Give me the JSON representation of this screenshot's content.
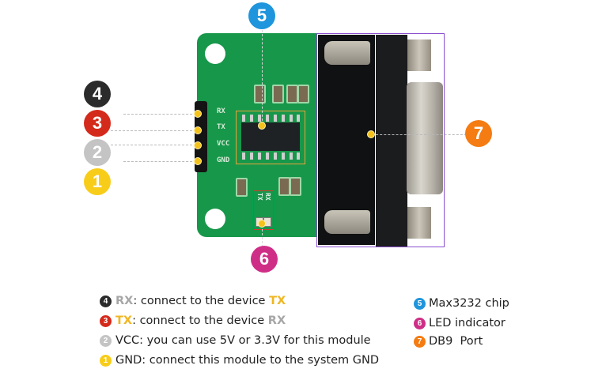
{
  "diagram": {
    "title": "",
    "colors": {
      "badge_4": "#2b2b2b",
      "badge_3": "#d42a1c",
      "badge_2": "#c4c4c4",
      "badge_1": "#f8cd1a",
      "badge_5": "#1e95dc",
      "badge_6": "#cf2e87",
      "badge_7": "#f47c12",
      "pcb_green": "#17974a",
      "highlight_chip": "#e8a33a",
      "highlight_led": "#d23a28",
      "highlight_db9": "#8a4fd0"
    },
    "callouts": [
      {
        "number": "4",
        "target": "RX pin"
      },
      {
        "number": "3",
        "target": "TX pin"
      },
      {
        "number": "2",
        "target": "VCC pin"
      },
      {
        "number": "1",
        "target": "GND pin"
      },
      {
        "number": "5",
        "target": "Max3232 chip"
      },
      {
        "number": "6",
        "target": "LED indicator"
      },
      {
        "number": "7",
        "target": "DB9 Port"
      }
    ],
    "board_labels": {
      "pins": [
        "RX",
        "TX",
        "VCC",
        "GND"
      ],
      "led_labels": [
        "RX",
        "TX"
      ]
    },
    "legend_left": [
      {
        "number": "4",
        "prefix": "RX",
        "text": ": connect to the device ",
        "suffix": "TX"
      },
      {
        "number": "3",
        "prefix": "TX",
        "text": ": connect to the device ",
        "suffix": "RX"
      },
      {
        "number": "2",
        "text": "VCC: you can use 5V or 3.3V for this module"
      },
      {
        "number": "1",
        "text": "GND: connect this module to the system GND"
      }
    ],
    "legend_right": [
      {
        "number": "5",
        "text": "Max3232 chip"
      },
      {
        "number": "6",
        "text": "LED indicator"
      },
      {
        "number": "7",
        "text": "DB9  Port"
      }
    ]
  }
}
